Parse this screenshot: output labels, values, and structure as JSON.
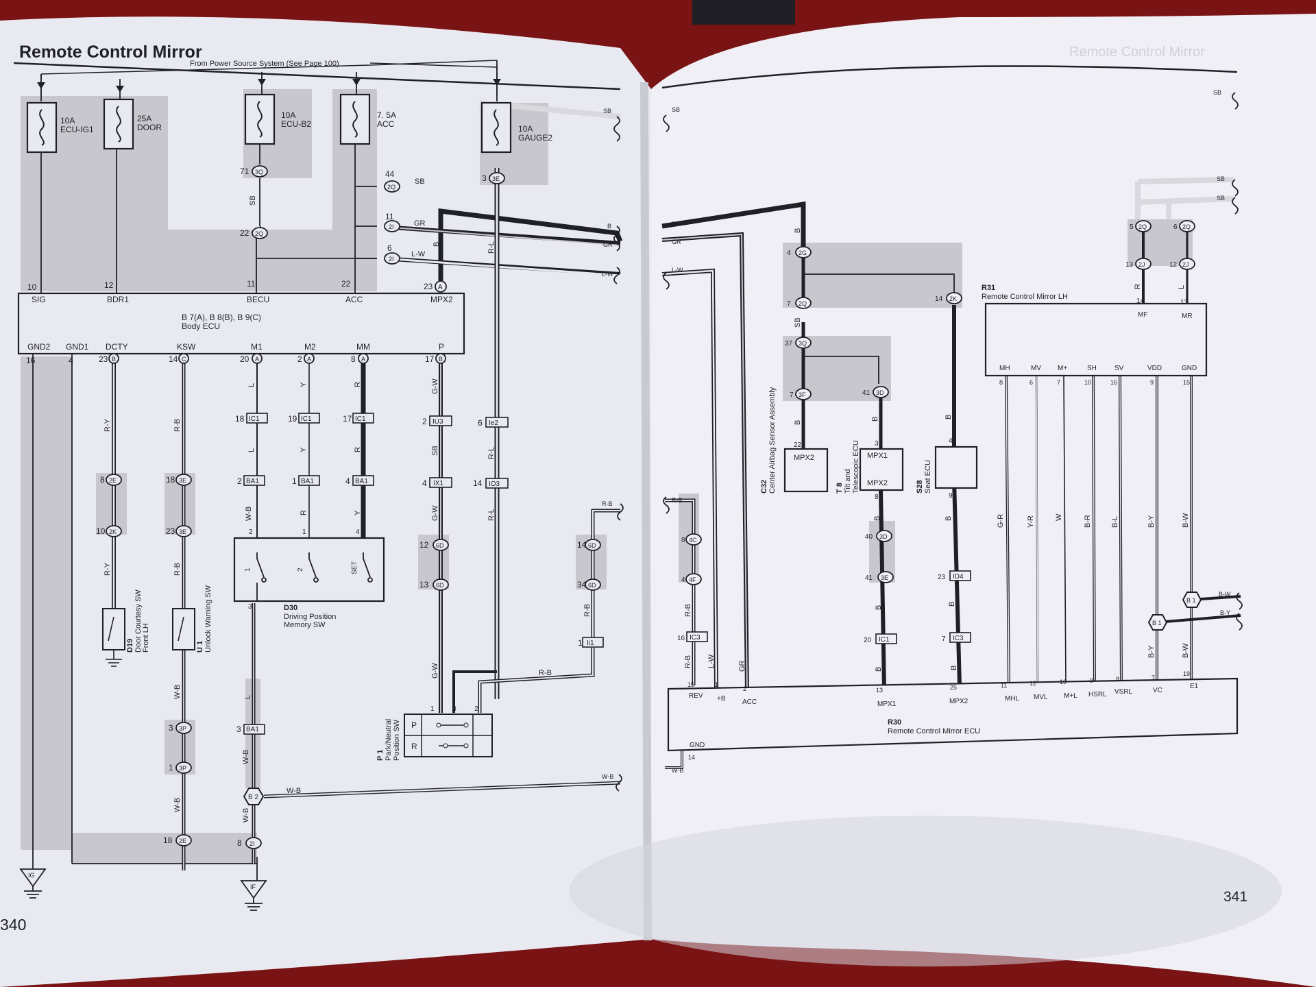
{
  "page_left": {
    "title": "Remote Control Mirror",
    "source_note": "From Power Source System (See Page 100)",
    "page_number": "340",
    "fuses": [
      {
        "id": "f1",
        "amp": "10A",
        "name": "ECU-IG1"
      },
      {
        "id": "f2",
        "amp": "25A",
        "name": "DOOR"
      },
      {
        "id": "f3",
        "amp": "10A",
        "name": "ECU-B2"
      },
      {
        "id": "f4",
        "amp": "7. 5A",
        "name": "ACC"
      },
      {
        "id": "f5",
        "amp": "10A",
        "name": "GAUGE2"
      }
    ],
    "body_ecu": {
      "title": "B 7(A), B 8(B), B 9(C)",
      "name": "Body ECU",
      "top_pins": [
        {
          "num": "10",
          "name": "SIG"
        },
        {
          "num": "12",
          "name": "BDR1"
        },
        {
          "num": "11",
          "name": "BECU"
        },
        {
          "num": "22",
          "name": "ACC"
        },
        {
          "num": "23",
          "name": "MPX2",
          "conn": "A"
        }
      ],
      "bottom_pins": [
        {
          "num": "16",
          "name": "GND2"
        },
        {
          "num": "4",
          "name": "GND1"
        },
        {
          "num": "23",
          "name": "DCTY",
          "conn": "B"
        },
        {
          "num": "14",
          "name": "KSW",
          "conn": "C"
        },
        {
          "num": "20",
          "name": "M1",
          "conn": "A"
        },
        {
          "num": "2",
          "name": "M2",
          "conn": "A"
        },
        {
          "num": "8",
          "name": "MM",
          "conn": "A"
        },
        {
          "num": "17",
          "name": "P",
          "conn": "B"
        }
      ]
    },
    "splices": [
      {
        "num": "71",
        "code": "3Q"
      },
      {
        "num": "22",
        "code": "2Q"
      },
      {
        "num": "44",
        "code": "2Q"
      },
      {
        "num": "11",
        "code": "2I"
      },
      {
        "num": "6",
        "code": "2I"
      },
      {
        "num": "3",
        "code": "3E"
      },
      {
        "num": "8",
        "code": "2E"
      },
      {
        "num": "10",
        "code": "2K"
      },
      {
        "num": "18",
        "code": "3E"
      },
      {
        "num": "23",
        "code": "3E"
      },
      {
        "num": "12",
        "code": "6D"
      },
      {
        "num": "13",
        "code": "6D"
      },
      {
        "num": "14",
        "code": "6D"
      },
      {
        "num": "34",
        "code": "6D"
      },
      {
        "num": "3",
        "code": "3P"
      },
      {
        "num": "1",
        "code": "3P"
      },
      {
        "num": "18",
        "code": "2E"
      },
      {
        "num": "8",
        "code": "2I"
      }
    ],
    "connectors": [
      {
        "num": "18",
        "code": "IC1"
      },
      {
        "num": "19",
        "code": "IC1"
      },
      {
        "num": "17",
        "code": "IC1"
      },
      {
        "num": "2",
        "code": "IU3"
      },
      {
        "num": "6",
        "code": "Ie2"
      },
      {
        "num": "14",
        "code": "IO3"
      },
      {
        "num": "2",
        "code": "BA1"
      },
      {
        "num": "1",
        "code": "BA1"
      },
      {
        "num": "4",
        "code": "BA1"
      },
      {
        "num": "4",
        "code": "IX1"
      },
      {
        "num": "1",
        "code": "Ii1"
      },
      {
        "num": "3",
        "code": "BA1"
      }
    ],
    "wire_colors": [
      "SB",
      "GR",
      "L-W",
      "B",
      "R-L",
      "R-Y",
      "R-B",
      "L",
      "Y",
      "R",
      "G-W",
      "W-B"
    ],
    "right_edge_tags": [
      "SB",
      "B",
      "GR",
      "L-W",
      "R-B",
      "W-B"
    ],
    "driving_switch": {
      "code": "D30",
      "name": "Driving Position",
      "name2": "Memory SW",
      "contacts": [
        "1",
        "2",
        "SET"
      ],
      "pins": [
        "2",
        "1",
        "4",
        "3"
      ]
    },
    "door_sw": {
      "code": "D19",
      "name": "Door Courtesy SW",
      "name2": "Front LH"
    },
    "unlock_sw": {
      "code": "U 1",
      "name": "Unlock Warning SW"
    },
    "park_sw": {
      "code": "P 1",
      "name": "Park/Neutral",
      "name2": "Position SW",
      "rows": [
        "P",
        "R"
      ],
      "pins": [
        "1",
        "3",
        "2"
      ]
    },
    "junction": "B 2",
    "grounds": [
      "IG",
      "IF"
    ]
  },
  "page_right": {
    "header_ghost": "Remote Control Mirror",
    "page_number": "341",
    "left_tags": [
      "SB",
      "B",
      "GR",
      "L-W",
      "R-B",
      "W-B"
    ],
    "right_tags": [
      "SB",
      "SB",
      "SB",
      "B-W",
      "B-Y"
    ],
    "mirror": {
      "code": "R31",
      "name": "Remote Control Mirror LH",
      "top_pins": [
        {
          "num": "14",
          "name": "MF"
        },
        {
          "num": "13",
          "name": "MR"
        }
      ],
      "bottom_pins": [
        {
          "num": "8",
          "name": "MH"
        },
        {
          "num": "6",
          "name": "MV"
        },
        {
          "num": "7",
          "name": "M+"
        },
        {
          "num": "10",
          "name": "SH"
        },
        {
          "num": "16",
          "name": "SV"
        },
        {
          "num": "9",
          "name": "VDD"
        },
        {
          "num": "15",
          "name": "GND"
        }
      ]
    },
    "ecu": {
      "code": "R30",
      "name": "Remote Control Mirror ECU",
      "pins": [
        {
          "num": "15",
          "name": "REV"
        },
        {
          "num": "1",
          "name": "+B"
        },
        {
          "num": "2",
          "name": "ACC"
        },
        {
          "num": "13",
          "name": "MPX1"
        },
        {
          "num": "25",
          "name": "MPX2"
        },
        {
          "num": "11",
          "name": "MHL"
        },
        {
          "num": "12",
          "name": "MVL"
        },
        {
          "num": "10",
          "name": "M+L"
        },
        {
          "num": "9",
          "name": "HSRL"
        },
        {
          "num": "8",
          "name": "VSRL"
        },
        {
          "num": "7",
          "name": "VC"
        },
        {
          "num": "19",
          "name": "E1"
        }
      ],
      "gnd_pin": {
        "num": "14",
        "name": "GND"
      }
    },
    "airbag": {
      "code": "C32",
      "name": "Center Airbag Sensor Assembly",
      "pin": "22",
      "label": "MPX2"
    },
    "tilt": {
      "code": "T 8",
      "name": "Tilt and",
      "name2": "Telescopic ECU",
      "pins": [
        "3",
        "8"
      ],
      "labels": [
        "MPX1",
        "MPX2"
      ]
    },
    "seat": {
      "code": "S28",
      "name": "Seat ECU",
      "pins": [
        "4",
        "9"
      ]
    },
    "splices": [
      {
        "num": "4",
        "code": "2G"
      },
      {
        "num": "7",
        "code": "2Q"
      },
      {
        "num": "14",
        "code": "2K"
      },
      {
        "num": "37",
        "code": "3Q"
      },
      {
        "num": "7",
        "code": "3F"
      },
      {
        "num": "41",
        "code": "3D"
      },
      {
        "num": "40",
        "code": "3D"
      },
      {
        "num": "41",
        "code": "3E"
      },
      {
        "num": "8",
        "code": "4C"
      },
      {
        "num": "4",
        "code": "4F"
      },
      {
        "num": "5",
        "code": "2Q"
      },
      {
        "num": "6",
        "code": "2Q"
      },
      {
        "num": "13",
        "code": "2J"
      },
      {
        "num": "12",
        "code": "2J"
      }
    ],
    "connectors": [
      {
        "num": "16",
        "code": "IC3"
      },
      {
        "num": "20",
        "code": "IC1"
      },
      {
        "num": "23",
        "code": "ID4"
      },
      {
        "num": "7",
        "code": "IC3"
      }
    ],
    "wire_colors": [
      "B",
      "GR",
      "L-W",
      "R-B",
      "SB",
      "R",
      "L",
      "G-R",
      "Y-R",
      "W",
      "B-R",
      "B-L",
      "B-Y",
      "B-W"
    ],
    "junctions": [
      "B 1",
      "B 1"
    ]
  },
  "colors": {
    "shade": "#c7c7cd",
    "paper": "#e9e9f2",
    "paper_right": "#efeff5",
    "ink": "#1f1f26",
    "background": "#7a1414"
  }
}
